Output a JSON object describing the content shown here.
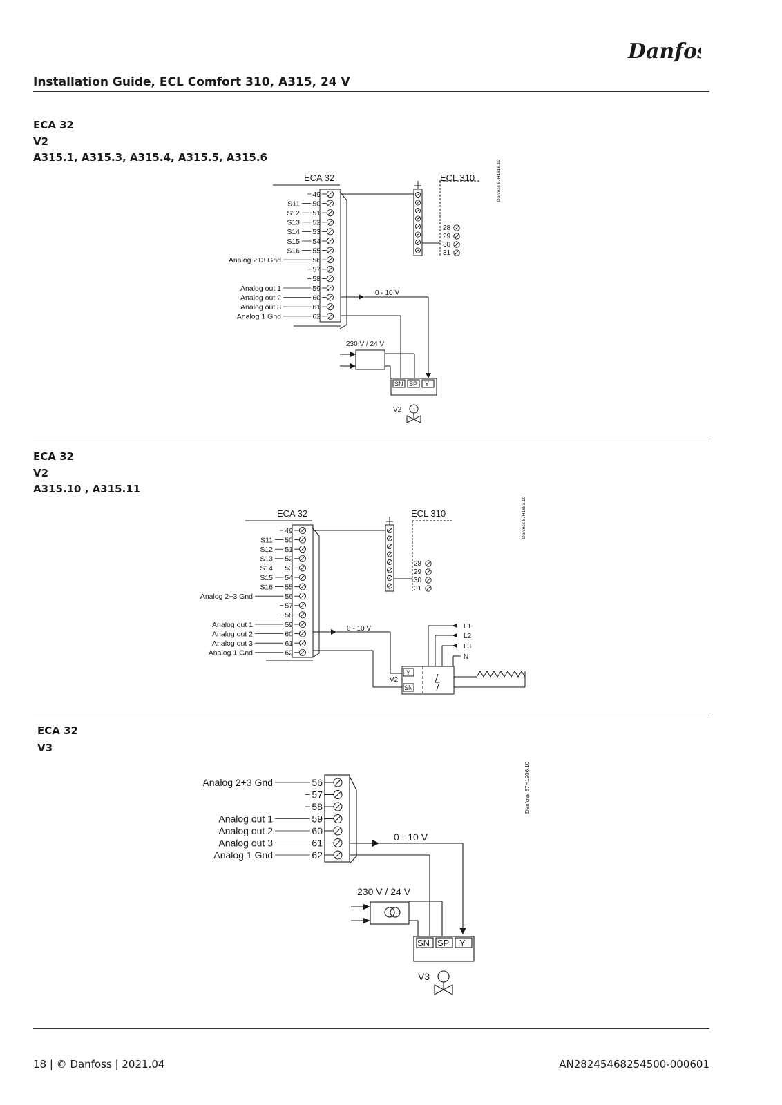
{
  "header": {
    "brand": "Danfoss",
    "title": "Installation Guide, ECL Comfort 310, A315, 24 V"
  },
  "sections": [
    {
      "lines": [
        "ECA 32",
        "V2",
        "A315.1, A315.3, A315.4, A315.5, A315.6"
      ],
      "diagram": {
        "module": "ECA 32",
        "controller": "ECL 310",
        "ref": "Danfoss 87H1818.12",
        "terminals": [
          "49",
          "50",
          "51",
          "52",
          "53",
          "54",
          "55",
          "56",
          "57",
          "58",
          "59",
          "60",
          "61",
          "62"
        ],
        "signals": [
          "",
          "S11",
          "S12",
          "S13",
          "S14",
          "S15",
          "S16",
          "Analog 2+3 Gnd",
          "",
          "",
          "Analog out 1",
          "Analog out 2",
          "Analog out 3",
          "Analog 1 Gnd"
        ],
        "ecl_terminals": [
          "28",
          "29",
          "30",
          "31"
        ],
        "signal_label": "0 - 10 V",
        "transformer_label": "230 V / 24 V",
        "actuator_terminals": [
          "SN",
          "SP",
          "Y"
        ],
        "valve_label": "V2"
      }
    },
    {
      "lines": [
        "ECA 32",
        "V2",
        "A315.10 , A315.11"
      ],
      "diagram": {
        "module": "ECA 32",
        "controller": "ECL 310",
        "ref": "Danfoss 87H1853.10",
        "terminals": [
          "49",
          "50",
          "51",
          "52",
          "53",
          "54",
          "55",
          "56",
          "57",
          "58",
          "59",
          "60",
          "61",
          "62"
        ],
        "signals": [
          "",
          "S11",
          "S12",
          "S13",
          "S14",
          "S15",
          "S16",
          "Analog 2+3 Gnd",
          "",
          "",
          "Analog out 1",
          "Analog out 2",
          "Analog out 3",
          "Analog 1 Gnd"
        ],
        "ecl_terminals": [
          "28",
          "29",
          "30",
          "31"
        ],
        "signal_label": "0 - 10 V",
        "actuator_terminals": [
          "Y",
          "SN"
        ],
        "valve_label": "V2",
        "supply": [
          "L1",
          "L2",
          "L3",
          "N"
        ]
      }
    },
    {
      "lines": [
        "ECA 32",
        "V3"
      ],
      "diagram": {
        "ref": "Danfoss 87H1906.10",
        "terminals": [
          "56",
          "57",
          "58",
          "59",
          "60",
          "61",
          "62"
        ],
        "signals": [
          "Analog 2+3 Gnd",
          "",
          "",
          "Analog out 1",
          "Analog out 2",
          "Analog out 3",
          "Analog 1 Gnd"
        ],
        "signal_label": "0 - 10 V",
        "transformer_label": "230 V / 24 V",
        "actuator_terminals": [
          "SN",
          "SP",
          "Y"
        ],
        "valve_label": "V3"
      }
    }
  ],
  "footer": {
    "left": "18 | © Danfoss | 2021.04",
    "right": "AN28245468254500-000601"
  }
}
